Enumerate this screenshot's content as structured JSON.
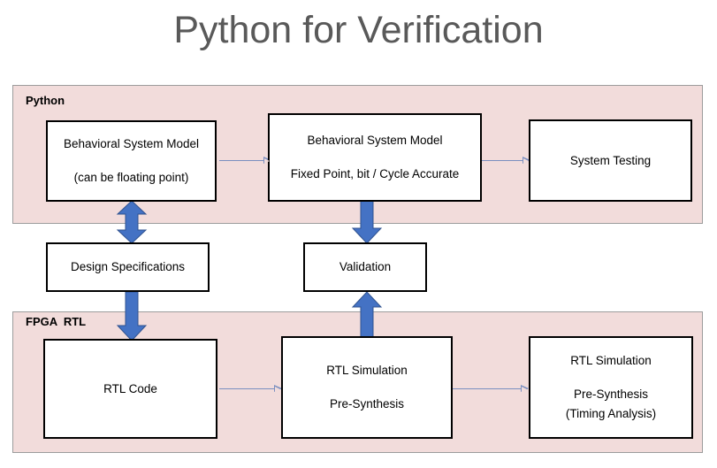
{
  "title": "Python for Verification",
  "colors": {
    "panel_fill": "#f2dcdb",
    "panel_border": "#9c9c9c",
    "title_text": "#595959",
    "node_border": "#000000",
    "node_fill": "#ffffff",
    "thick_arrow": "#4472c4",
    "thin_arrow": "#7a8fc0"
  },
  "panels": [
    {
      "id": "python",
      "label": "Python"
    },
    {
      "id": "fpga",
      "label": "FPGA  RTL"
    }
  ],
  "nodes": {
    "behavioral_float": {
      "line1": "Behavioral System Model",
      "line2": "(can be floating point)"
    },
    "behavioral_fixed": {
      "line1": "Behavioral System Model",
      "line2": "Fixed Point, bit / Cycle Accurate"
    },
    "system_testing": {
      "line1": "System Testing"
    },
    "design_specifications": {
      "line1": "Design Specifications"
    },
    "validation": {
      "line1": "Validation"
    },
    "rtl_code": {
      "line1": "RTL Code"
    },
    "rtl_sim_pre": {
      "line1": "RTL Simulation",
      "line2": "Pre-Synthesis"
    },
    "rtl_sim_timing": {
      "line1": "RTL Simulation",
      "line2": "Pre-Synthesis",
      "line3": "(Timing Analysis)"
    }
  },
  "connectors": [
    {
      "id": "float-to-fixed",
      "kind": "thin",
      "direction": "right"
    },
    {
      "id": "fixed-to-system-testing",
      "kind": "thin",
      "direction": "right"
    },
    {
      "id": "rtl-code-to-rtl-sim",
      "kind": "thin",
      "direction": "right"
    },
    {
      "id": "rtl-sim-to-rtl-sim-timing",
      "kind": "thin",
      "direction": "right"
    },
    {
      "id": "behavioral-float-to-design-specs",
      "kind": "thick",
      "direction": "up-down"
    },
    {
      "id": "behavioral-fixed-to-validation",
      "kind": "thick",
      "direction": "down"
    },
    {
      "id": "design-specs-to-rtl-code",
      "kind": "thick",
      "direction": "down"
    },
    {
      "id": "rtl-sim-to-validation",
      "kind": "thick",
      "direction": "up"
    }
  ]
}
